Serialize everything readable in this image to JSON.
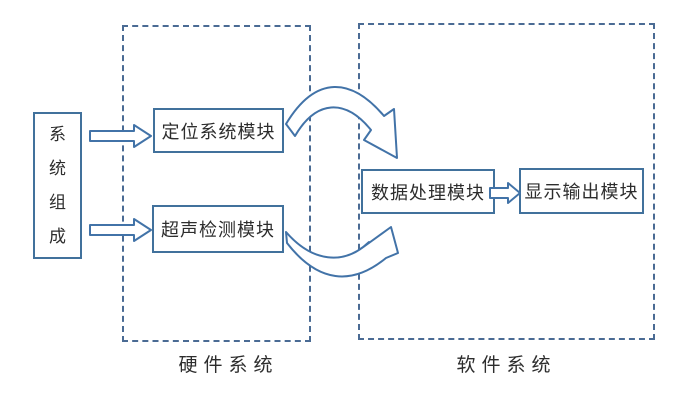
{
  "diagram": {
    "source_box": {
      "label": "系统组成",
      "chars": [
        "系",
        "统",
        "组",
        "成"
      ]
    },
    "hardware_group": {
      "label": "硬件系统",
      "modules": [
        {
          "label": "定位系统模块"
        },
        {
          "label": "超声检测模块"
        }
      ]
    },
    "software_group": {
      "label": "软件系统",
      "modules": [
        {
          "label": "数据处理模块"
        },
        {
          "label": "显示输出模块"
        }
      ]
    },
    "arrows": [
      {
        "name": "system-to-positioning-arrow",
        "type": "block-arrow-right"
      },
      {
        "name": "system-to-ultrasonic-arrow",
        "type": "block-arrow-right"
      },
      {
        "name": "positioning-to-processing-arrow",
        "type": "curved-arrow-down"
      },
      {
        "name": "ultrasonic-to-processing-arrow",
        "type": "curved-arrow-up"
      },
      {
        "name": "processing-to-display-arrow",
        "type": "block-arrow-right"
      }
    ],
    "colors": {
      "shape_stroke": "#41719c",
      "arrow_stroke": "#4273a8",
      "dashed_stroke": "#4a6b94",
      "text": "#2d2d2d",
      "background": "#ffffff"
    }
  }
}
